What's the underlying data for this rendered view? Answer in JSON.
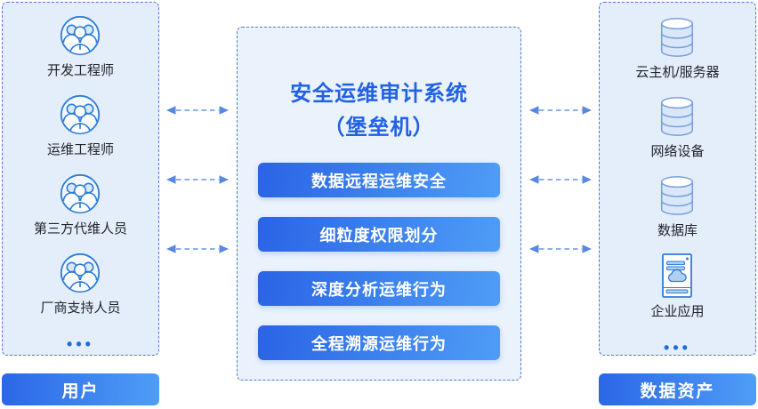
{
  "diagram": {
    "left": {
      "items": [
        "开发工程师",
        "运维工程师",
        "第三方代维人员",
        "厂商支持人员"
      ],
      "more": "•••",
      "footer": "用户"
    },
    "center": {
      "title_line1": "安全运维审计系统",
      "title_line2": "（堡垒机）",
      "features": [
        "数据远程运维安全",
        "细粒度权限划分",
        "深度分析运维行为",
        "全程溯源运维行为"
      ]
    },
    "right": {
      "items": [
        "云主机/服务器",
        "网络设备",
        "数据库",
        "企业应用"
      ],
      "more": "•••",
      "footer": "数据资产"
    },
    "icons": {
      "left_items": "user-group-icon",
      "right_items": [
        "database-cylinder-icon",
        "database-cylinder-icon",
        "database-cylinder-icon",
        "enterprise-app-icon"
      ],
      "connector": "bidirectional-dashed-arrow-icon"
    },
    "colors": {
      "side_panel_bg": "#E4EDFA",
      "center_panel_bg": "#EAF2FC",
      "dashed_border": "#4C79D3",
      "pill_gradient_start": "#2A64E5",
      "pill_gradient_end": "#4E9DF6",
      "title_text": "#2161E4",
      "label_text": "#22262B",
      "arrow": "#5888E2",
      "icon_stroke": "#2E7CD8"
    }
  }
}
